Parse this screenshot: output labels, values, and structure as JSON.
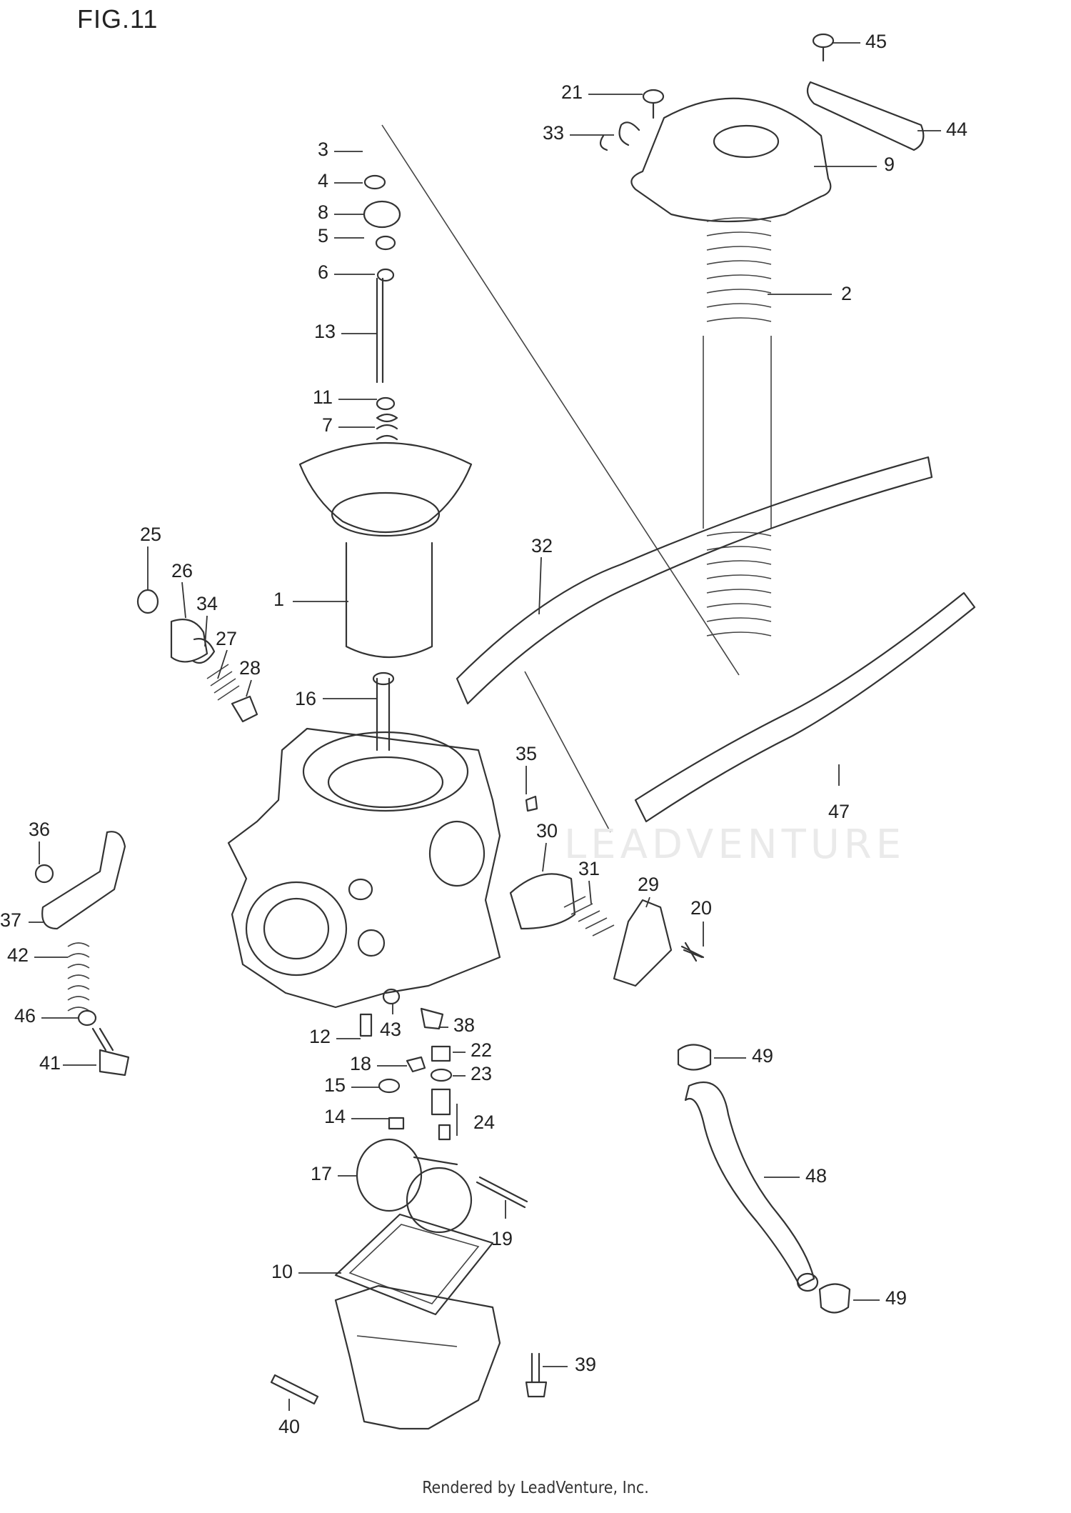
{
  "figure_title": "FIG.11",
  "footer_text": "Rendered by LeadVenture, Inc.",
  "watermark_text": "LEADVENTURE",
  "callouts": [
    {
      "n": "1"
    },
    {
      "n": "2"
    },
    {
      "n": "3"
    },
    {
      "n": "4"
    },
    {
      "n": "5"
    },
    {
      "n": "6"
    },
    {
      "n": "7"
    },
    {
      "n": "8"
    },
    {
      "n": "9"
    },
    {
      "n": "10"
    },
    {
      "n": "11"
    },
    {
      "n": "12"
    },
    {
      "n": "13"
    },
    {
      "n": "14"
    },
    {
      "n": "15"
    },
    {
      "n": "16"
    },
    {
      "n": "17"
    },
    {
      "n": "18"
    },
    {
      "n": "19"
    },
    {
      "n": "20"
    },
    {
      "n": "21"
    },
    {
      "n": "22"
    },
    {
      "n": "23"
    },
    {
      "n": "24"
    },
    {
      "n": "25"
    },
    {
      "n": "26"
    },
    {
      "n": "27"
    },
    {
      "n": "28"
    },
    {
      "n": "29"
    },
    {
      "n": "30"
    },
    {
      "n": "31"
    },
    {
      "n": "32"
    },
    {
      "n": "33"
    },
    {
      "n": "34"
    },
    {
      "n": "35"
    },
    {
      "n": "36"
    },
    {
      "n": "37"
    },
    {
      "n": "38"
    },
    {
      "n": "39"
    },
    {
      "n": "40"
    },
    {
      "n": "41"
    },
    {
      "n": "42"
    },
    {
      "n": "43"
    },
    {
      "n": "44"
    },
    {
      "n": "45"
    },
    {
      "n": "46"
    },
    {
      "n": "47"
    },
    {
      "n": "48"
    },
    {
      "n": "49"
    },
    {
      "n": "49"
    }
  ]
}
